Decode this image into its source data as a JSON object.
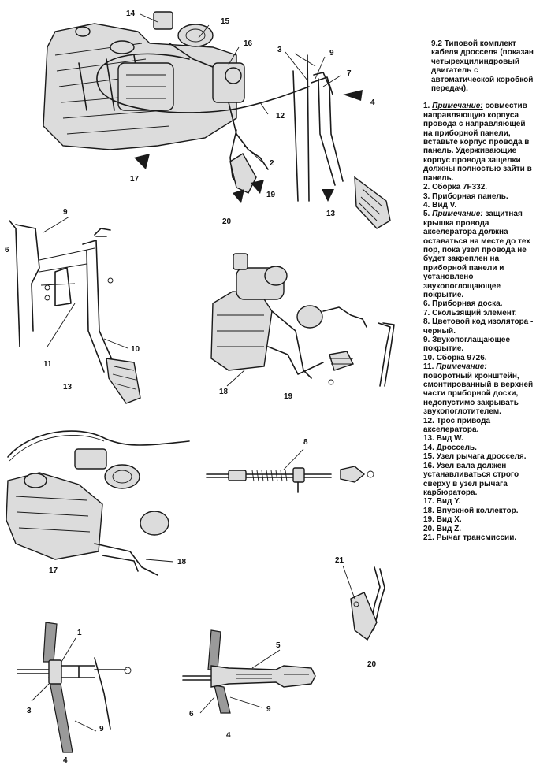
{
  "caption": {
    "number": "9.2",
    "text": "Типовой комплект кабеля дросселя (показан четырехцилиндровый двигатель с автоматической коробкой передач)."
  },
  "legend": [
    {
      "n": "1.",
      "note": "Примечание:",
      "text": "совместив направляющую корпуса провода с направляющей на приборной панели, вставьте корпус провода в панель. Удерживающие корпус провода защелки должны полностью зайти в панель."
    },
    {
      "n": "2.",
      "note": "",
      "text": "Сборка 7F332."
    },
    {
      "n": "3.",
      "note": "",
      "text": "Приборная панель."
    },
    {
      "n": "4.",
      "note": "",
      "text": "Вид V."
    },
    {
      "n": "5.",
      "note": "Примечание:",
      "text": "защитная крышка провода акселератора должна оставаться на месте до тех пор, пока узел провода не будет закреплен на приборной панели и установлено звукопоглощающее покрытие."
    },
    {
      "n": "6.",
      "note": "",
      "text": "Приборная доска."
    },
    {
      "n": "7.",
      "note": "",
      "text": "Скользящий элемент."
    },
    {
      "n": "8.",
      "note": "",
      "text": "Цветовой код изолятора - черный."
    },
    {
      "n": "9.",
      "note": "",
      "text": "Звукопоглащающее покрытие."
    },
    {
      "n": "10.",
      "note": "",
      "text": "Сборка 9726."
    },
    {
      "n": "11.",
      "note": "Примечание:",
      "text": "поворотный кронштейн, смонтированный в верхней части приборной доски, недопустимо закрывать звукопоглотителем."
    },
    {
      "n": "12.",
      "note": "",
      "text": "Трос привода акселератора."
    },
    {
      "n": "13.",
      "note": "",
      "text": "Вид W."
    },
    {
      "n": "14.",
      "note": "",
      "text": "Дроссель."
    },
    {
      "n": "15.",
      "note": "",
      "text": "Узел рычага дросселя."
    },
    {
      "n": "16.",
      "note": "",
      "text": "Узел вала должен устанавливаться строго сверху в узел рычага карбюратора."
    },
    {
      "n": "17.",
      "note": "",
      "text": "Вид Y."
    },
    {
      "n": "18.",
      "note": "",
      "text": "Впускной коллектор."
    },
    {
      "n": "19.",
      "note": "",
      "text": "Вид X."
    },
    {
      "n": "20.",
      "note": "",
      "text": "Вид Z."
    },
    {
      "n": "21.",
      "note": "",
      "text": "Рычаг трансмиссии."
    }
  ],
  "callouts": {
    "c1": "1",
    "c2": "2",
    "c3": "3",
    "c4": "4",
    "c5": "5",
    "c6": "6",
    "c7": "7",
    "c8": "8",
    "c9": "9",
    "c10": "10",
    "c11": "11",
    "c12": "12",
    "c13": "13",
    "c14": "14",
    "c15": "15",
    "c16": "16",
    "c17": "17",
    "c18": "18",
    "c19": "19",
    "c20": "20",
    "c21": "21"
  }
}
